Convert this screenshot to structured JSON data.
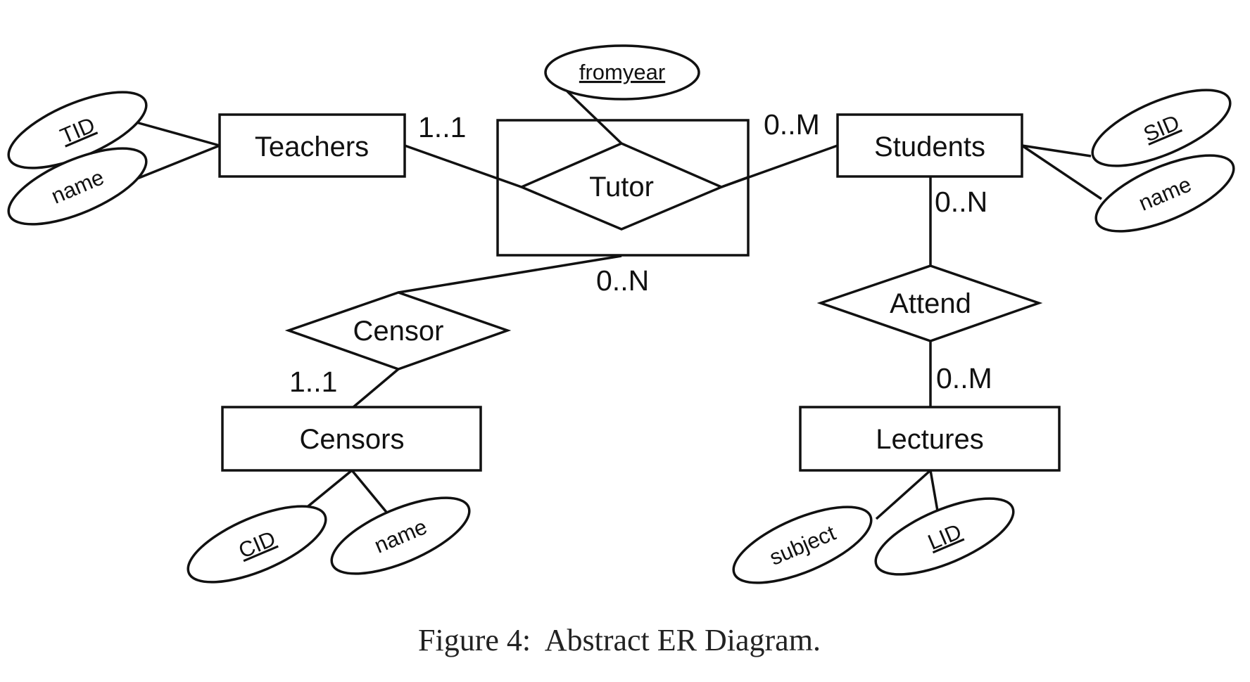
{
  "entities": {
    "teachers": "Teachers",
    "students": "Students",
    "censors": "Censors",
    "lectures": "Lectures"
  },
  "relationships": {
    "tutor": "Tutor",
    "attend": "Attend",
    "censor": "Censor"
  },
  "attributes": {
    "tutor_fromyear": "fromyear",
    "teachers_tid": "TID",
    "teachers_name": "name",
    "students_sid": "SID",
    "students_name": "name",
    "censors_cid": "CID",
    "censors_name": "name",
    "lectures_subject": "subject",
    "lectures_lid": "LID"
  },
  "cardinalities": {
    "teachers_tutor": "1..1",
    "students_tutor": "0..M",
    "tutor_censor": "0..N",
    "students_attend": "0..N",
    "lectures_attend": "0..M",
    "censors_censor": "1..1"
  },
  "caption": "Figure 4:  Abstract ER Diagram."
}
